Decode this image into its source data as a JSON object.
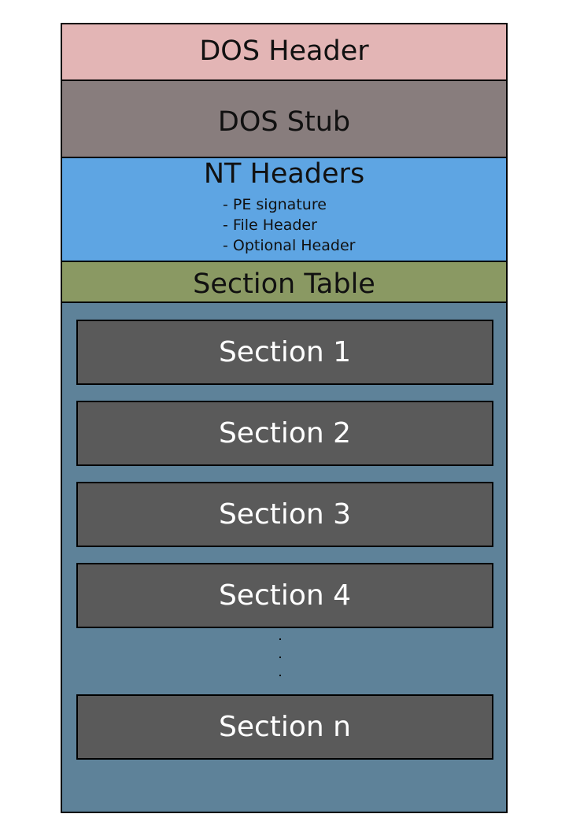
{
  "diagram": {
    "dos_header": "DOS Header",
    "dos_stub": "DOS Stub",
    "nt_headers": {
      "title": "NT Headers",
      "items": [
        "- PE signature",
        "- File Header",
        "- Optional Header"
      ]
    },
    "section_table": "Section Table",
    "sections": [
      "Section 1",
      "Section 2",
      "Section 3",
      "Section 4",
      "Section n"
    ]
  }
}
